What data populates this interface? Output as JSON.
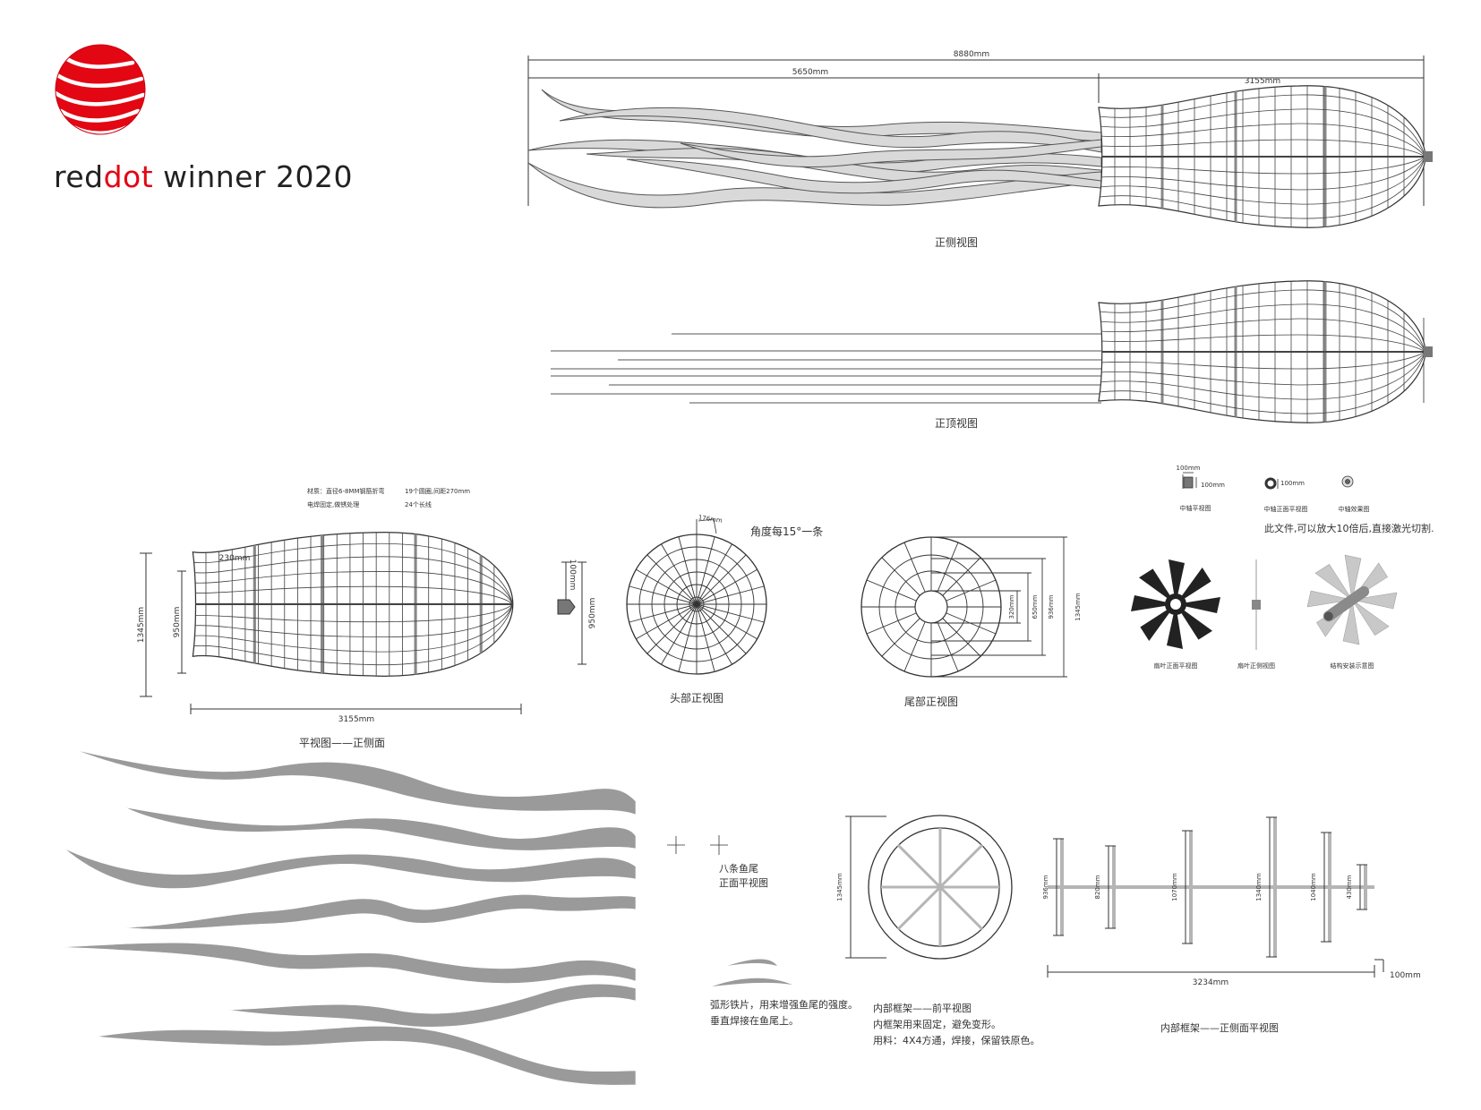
{
  "brand": {
    "name_a": "red",
    "name_b": "dot",
    "name_c": " winner 2020",
    "color": "#e30613"
  },
  "side_view": {
    "dim_total": "8880mm",
    "dim_tail": "5650mm",
    "dim_body": "3155mm",
    "caption": "正侧视图"
  },
  "top_view": {
    "caption": "正顶视图"
  },
  "notes": {
    "material_1": "材质：直径6-8MM钢筋折弯",
    "material_2": "电焊固定,做锈处理",
    "rings_1": "19个圆圈,间距270mm",
    "rings_2": "24个长线"
  },
  "plan_view": {
    "dim_height": "1345mm",
    "dim_mid": "950mm",
    "dim_seg": "230mm",
    "dim_length": "3155mm",
    "caption": "平视图——正侧面"
  },
  "shaft": {
    "dim_100": "100mm",
    "dim_950": "950mm"
  },
  "head_view": {
    "angle_note": "角度每15°一条",
    "dim_176": "176mm",
    "caption": "头部正视图"
  },
  "tail_view": {
    "dim_320": "320mm",
    "dim_650": "650mm",
    "dim_936": "936mm",
    "dim_1345": "1345mm",
    "caption": "尾部正视图"
  },
  "hub": {
    "dim_a": "100mm",
    "dim_b": "100mm",
    "dim_c": "100mm",
    "label_1": "中轴平视图",
    "label_2": "中轴正面平视图",
    "label_3": "中轴效果图",
    "note": "此文件,可以放大10倍后,直接激光切割.",
    "blade_1": "扇叶正面平视图",
    "blade_2": "扇叶正侧视图",
    "blade_3": "结构安装示意图"
  },
  "tails": {
    "label_1": "八条鱼尾",
    "label_2": "正面平视图",
    "arc_1": "弧形铁片，用来增强鱼尾的强度。",
    "arc_2": "垂直焊接在鱼尾上。"
  },
  "front_frame": {
    "dim": "1345mm",
    "title": "内部框架——前平视图",
    "line_1": "内框架用来固定，避免变形。",
    "line_2": "用料：4X4方通，焊接，保留铁原色。"
  },
  "side_frame": {
    "dims": [
      "936mm",
      "820mm",
      "1070mm",
      "1340mm",
      "1040mm",
      "430mm"
    ],
    "dim_length": "3234mm",
    "dim_end": "100mm",
    "caption": "内部框架——正侧面平视图"
  }
}
